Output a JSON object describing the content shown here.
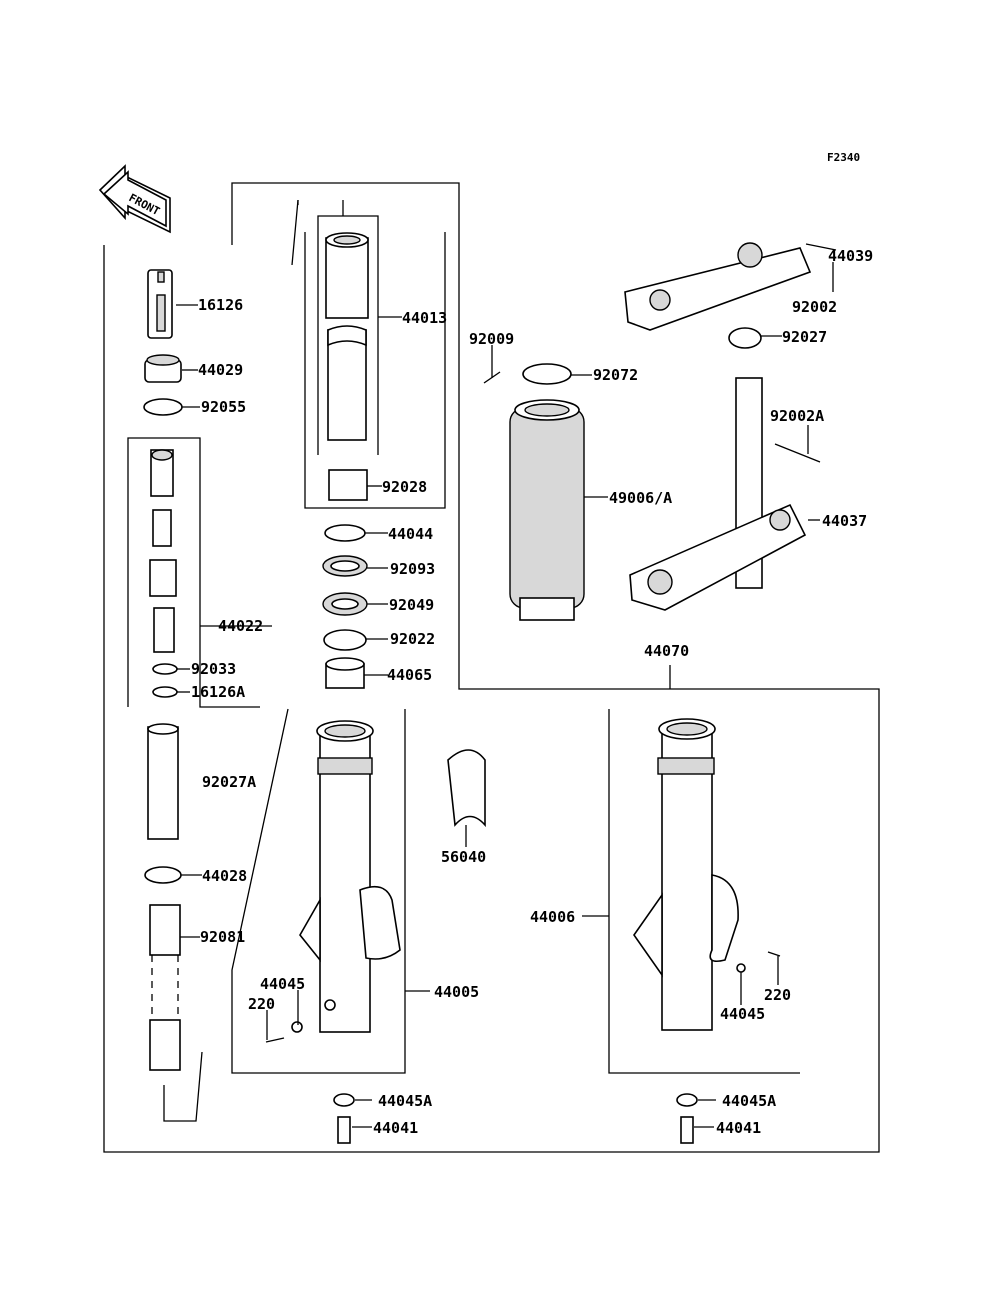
{
  "diagram_code": "F2340",
  "front_arrow": {
    "text": "FRONT",
    "icon": "front-arrow-icon"
  },
  "callouts": {
    "p16126": "16126",
    "p44029": "44029",
    "p92055": "92055",
    "p44022": "44022",
    "p92033": "92033",
    "p16126A": "16126A",
    "p92027A": "92027A",
    "p44028": "44028",
    "p92081": "92081",
    "p44013": "44013",
    "p92028": "92028",
    "p44044": "44044",
    "p92093": "92093",
    "p92049": "92049",
    "p92022": "92022",
    "p44065": "44065",
    "p92009": "92009",
    "p92072": "92072",
    "p49006A": "49006/A",
    "p44039": "44039",
    "p92002": "92002",
    "p92027": "92027",
    "p92002A": "92002A",
    "p44037": "44037",
    "p44070": "44070",
    "p56040": "56040",
    "p44005": "44005",
    "p44045_left": "44045",
    "p220_left": "220",
    "p44006": "44006",
    "p220_right": "220",
    "p44045_right": "44045",
    "p44045A_left": "44045A",
    "p44041_left": "44041",
    "p44045A_right": "44045A",
    "p44041_right": "44041"
  }
}
